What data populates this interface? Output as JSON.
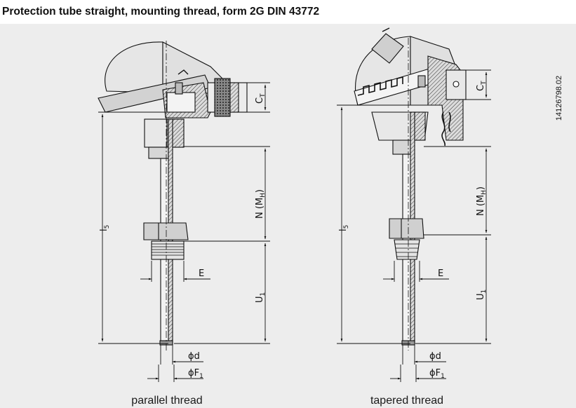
{
  "title": "Protection tube straight, mounting thread, form 2G DIN 43772",
  "doc_number": "14126798.02",
  "left": {
    "caption": "parallel thread",
    "dims": {
      "l5": "l",
      "l5_sub": "5",
      "n": "N (M",
      "n_sub": "H",
      "n_end": ")",
      "u1": "U",
      "u1_sub": "1",
      "e": "E",
      "d": "ϕd",
      "f1": "ϕF",
      "f1_sub": "1",
      "ct": "C",
      "ct_sub": "T"
    }
  },
  "right": {
    "caption": "tapered thread",
    "dims": {
      "l5": "l",
      "l5_sub": "5",
      "n": "N (M",
      "n_sub": "H",
      "n_end": ")",
      "u1": "U",
      "u1_sub": "1",
      "e": "E",
      "d": "ϕd",
      "f1": "ϕF",
      "f1_sub": "1",
      "ct": "C",
      "ct_sub": "T"
    }
  }
}
